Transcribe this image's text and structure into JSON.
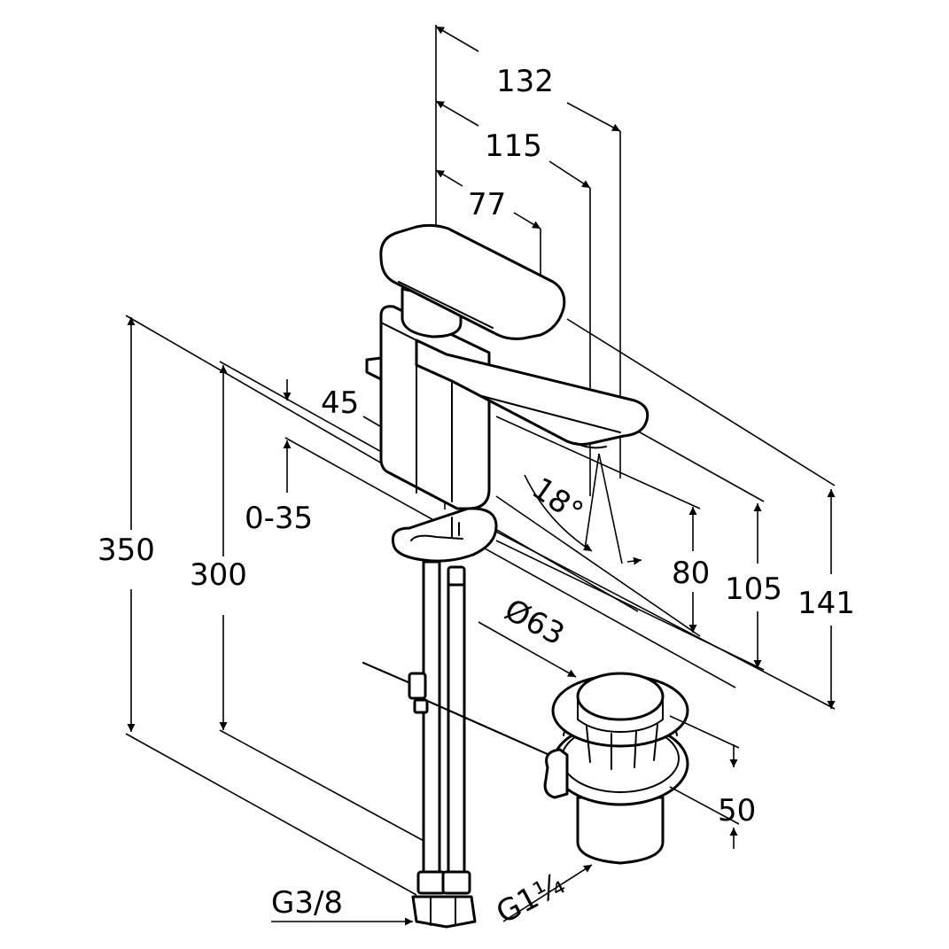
{
  "dimensions": {
    "d132": "132",
    "d115": "115",
    "d77": "77",
    "d45": "45",
    "angle": "18°",
    "d0_35": "0-35",
    "d350": "350",
    "d300": "300",
    "d80": "80",
    "d105": "105",
    "d141": "141",
    "waste_diameter": "Ø63",
    "d50": "50",
    "thread_supply": "G3/8",
    "thread_waste": "G1¼"
  }
}
